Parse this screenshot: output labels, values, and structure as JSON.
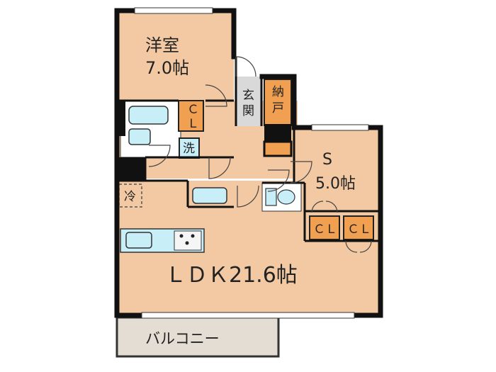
{
  "rooms": {
    "western_room": {
      "name": "洋室",
      "size": "7.0帖"
    },
    "service_room": {
      "name": "S",
      "size": "5.0帖"
    },
    "ldk": {
      "label": "ＬＤＫ21.6帖"
    },
    "balcony": {
      "label": "バルコニー"
    }
  },
  "fixtures": {
    "entrance": "玄関",
    "storage": "納戸",
    "closet": "ＣＬ",
    "closet_c": "Ｃ",
    "closet_l": "Ｌ",
    "washer": "洗",
    "fridge": "冷"
  },
  "colors": {
    "room_fill": "#f3c9a3",
    "wall": "#111111",
    "closet_fill": "#f0a050",
    "fixture_blue": "#c8eef8",
    "balcony_fill": "#e4ddd4",
    "entrance_fill": "#d9d9d9"
  }
}
